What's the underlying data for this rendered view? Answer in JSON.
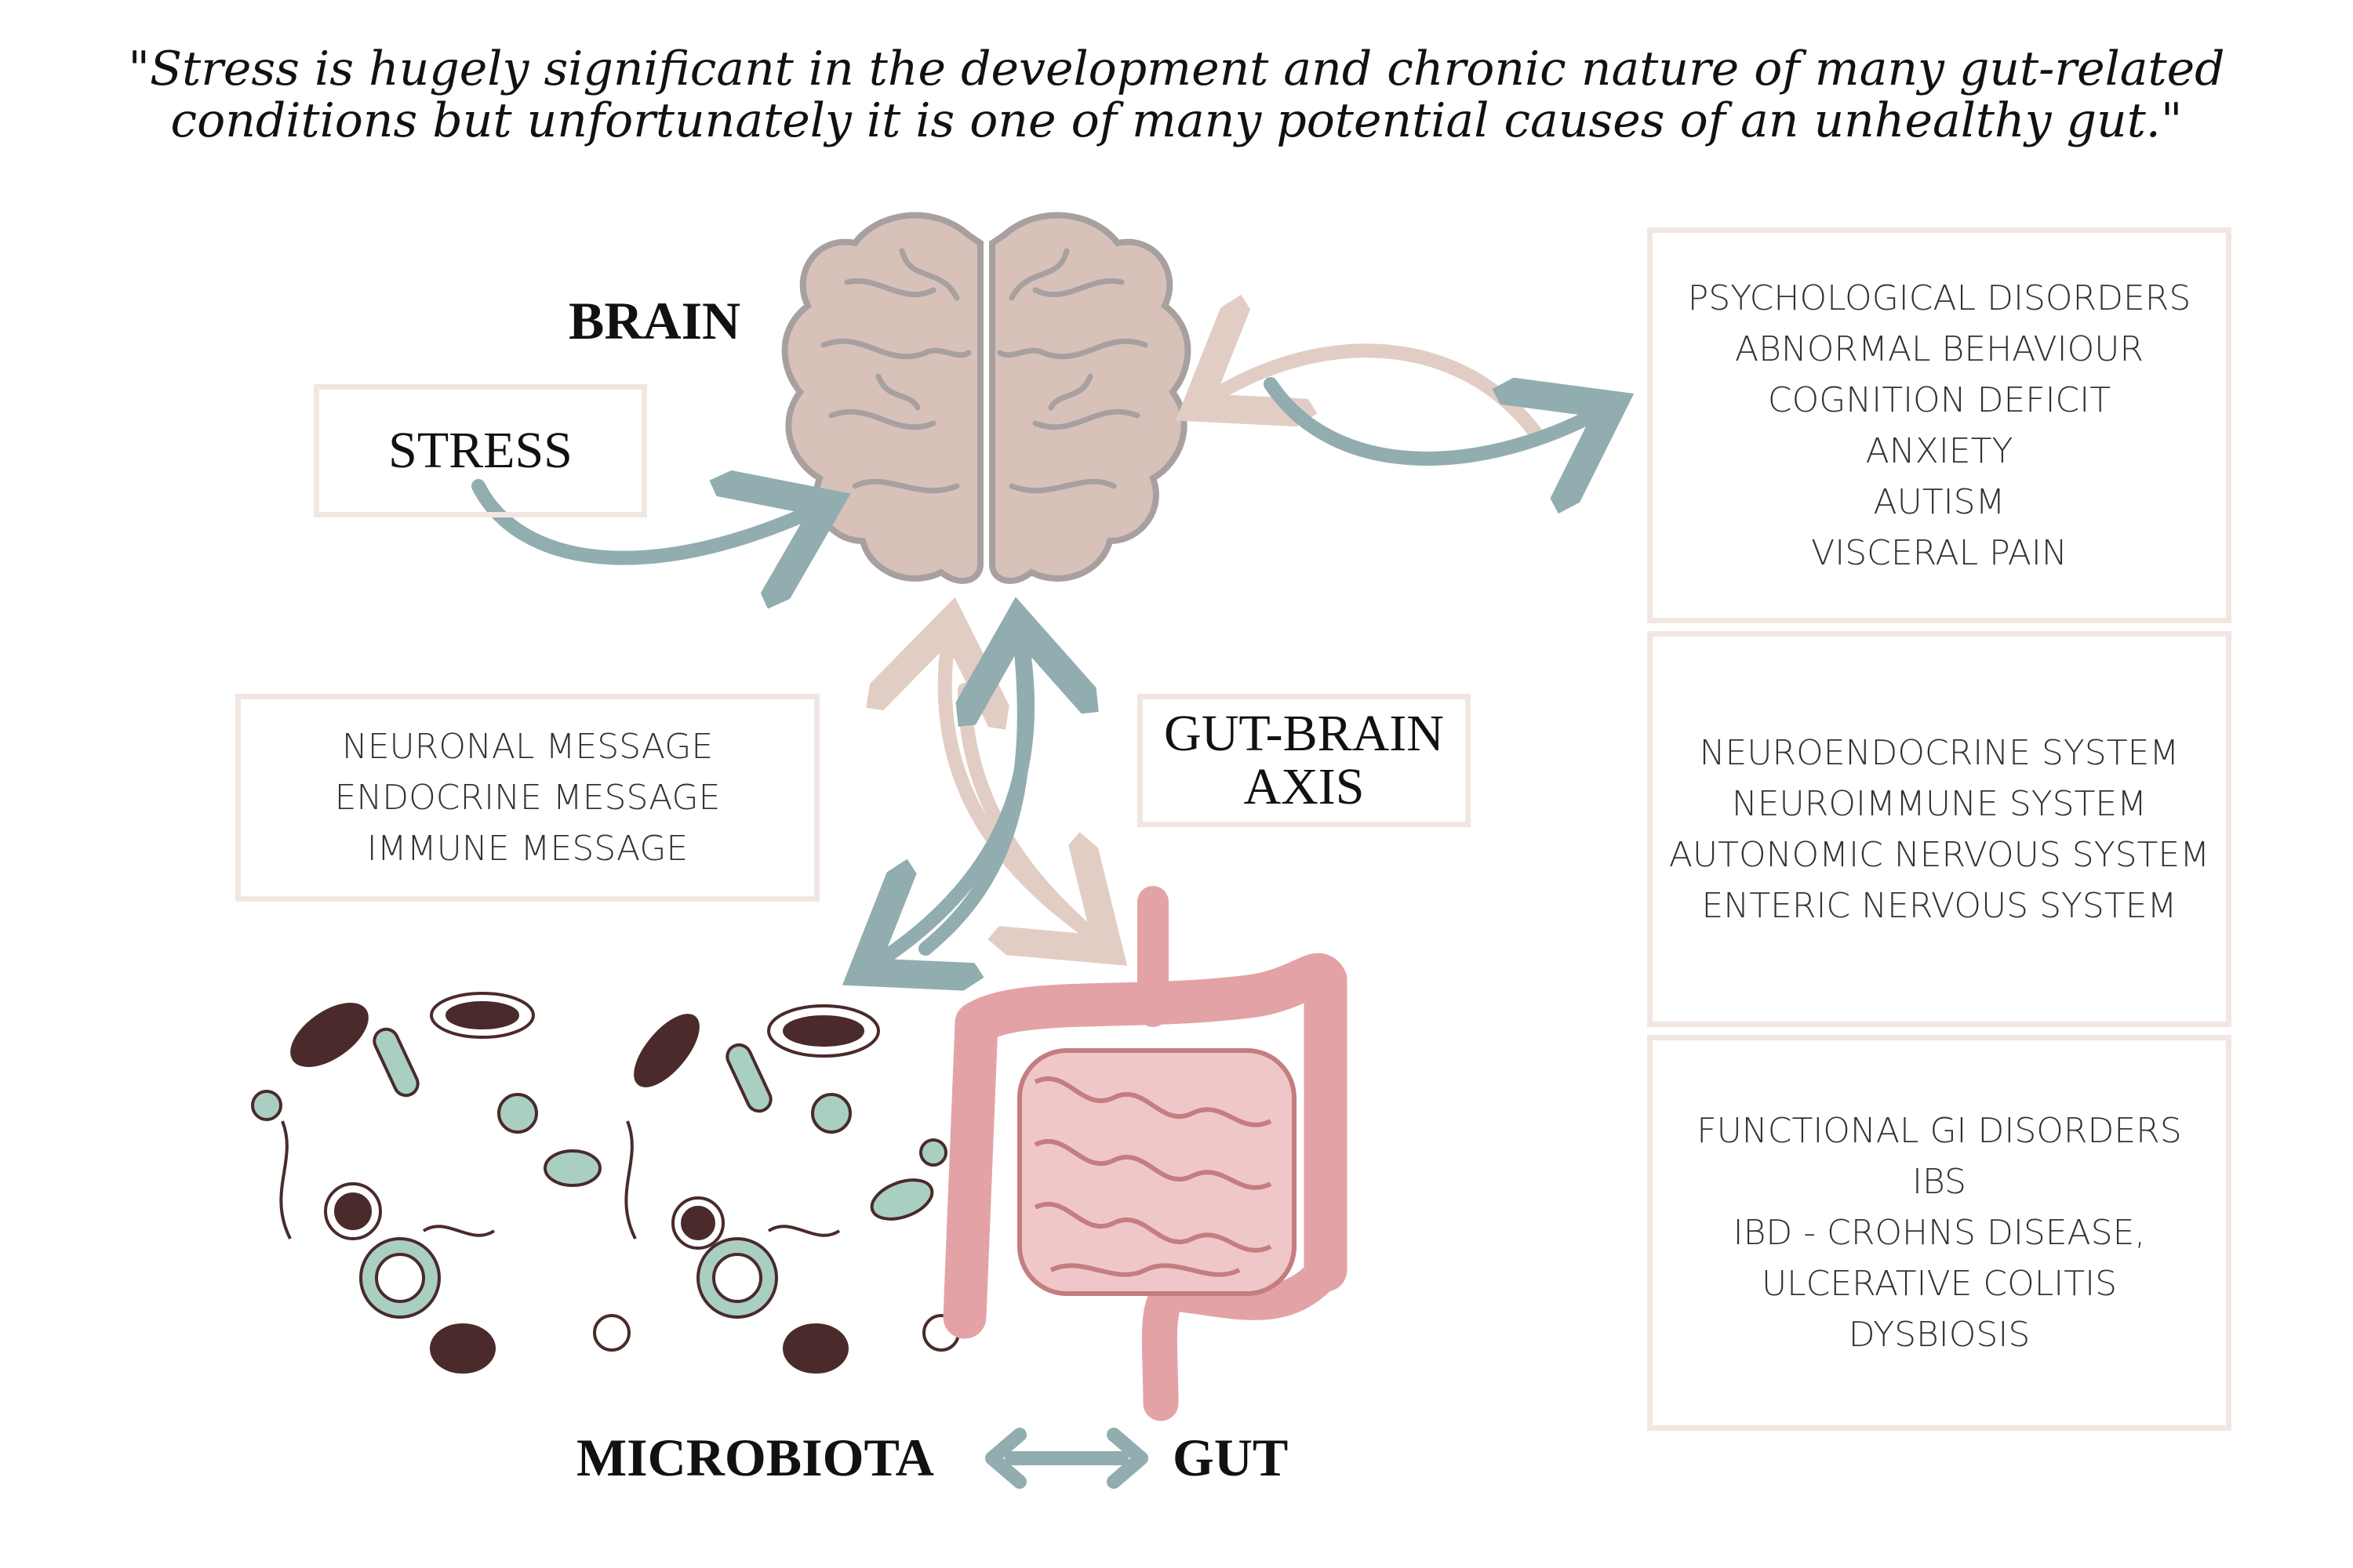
{
  "quote": "\"Stress is hugely significant in the development and chronic nature of many gut-related conditions but unfortunately it is one of many potential causes of an unhealthy gut.\"",
  "labels": {
    "brain": "BRAIN",
    "stress": "STRESS",
    "gut_brain_axis_line1": "GUT-BRAIN",
    "gut_brain_axis_line2": "AXIS",
    "microbiota": "MICROBIOTA",
    "gut": "GUT"
  },
  "messages": [
    "NEURONAL MESSAGE",
    "ENDOCRINE MESSAGE",
    "IMMUNE MESSAGE"
  ],
  "disorders_box": [
    "PSYCHOLOGICAL DISORDERS",
    "ABNORMAL BEHAVIOUR",
    "COGNITION DEFICIT",
    "ANXIETY",
    "AUTISM",
    "VISCERAL PAIN"
  ],
  "systems_box": [
    "NEUROENDOCRINE SYSTEM",
    "NEUROIMMUNE SYSTEM",
    "AUTONOMIC NERVOUS SYSTEM",
    "ENTERIC NERVOUS SYSTEM"
  ],
  "gi_box": [
    "FUNCTIONAL GI DISORDERS",
    "IBS",
    "IBD - CROHNS DISEASE,",
    "ULCERATIVE COLITIS",
    "DYSBIOSIS"
  ],
  "colors": {
    "arrow_teal": "#91adaf",
    "arrow_pink": "#e2cdc5",
    "brain_fill": "#d8c1b9",
    "brain_stroke": "#a8a0a0",
    "gut_fill": "#e3a3a6",
    "gut_stroke": "#c47d80",
    "microbe_dark": "#4a2a2a",
    "microbe_green": "#a9cfc2",
    "box_border": "#f1e6e2"
  },
  "icons": [
    "brain-icon",
    "intestine-icon",
    "microbiota-illustration"
  ]
}
